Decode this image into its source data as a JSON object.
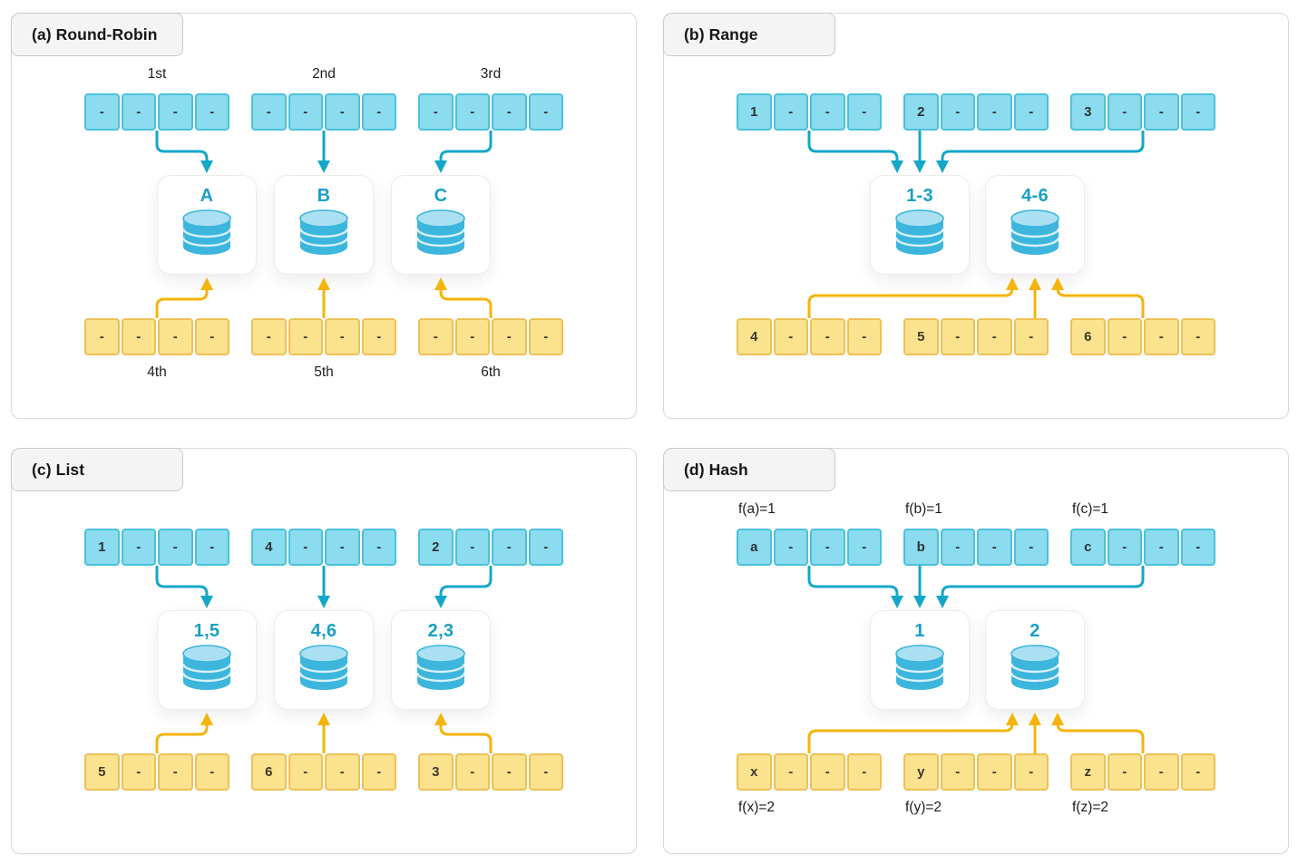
{
  "colors": {
    "blue_cell": "#8ADCEE",
    "blue_cell_border": "#4BC1DC",
    "teal_arrow": "#14A7C8",
    "partition_label": "#189FC6",
    "cylinder_body": "#3CB6DC",
    "cylinder_top": "#ABE0F2",
    "yellow_cell": "#FAE28E",
    "yellow_cell_border": "#EDC155",
    "amber_arrow": "#F5B40B",
    "panel_border": "#D9D9D9",
    "badge_bg": "#F4F4F4",
    "badge_border": "#C9C9C9",
    "text_dark": "#1F2328",
    "cell_text": "#2E3338"
  },
  "panels": [
    {
      "id": "a",
      "title": "(a) Round-Robin",
      "partitions": [
        "A",
        "B",
        "C"
      ],
      "top_strips": [
        {
          "label": "1st",
          "cells": [
            "-",
            "-",
            "-",
            "-"
          ],
          "target": 0
        },
        {
          "label": "2nd",
          "cells": [
            "-",
            "-",
            "-",
            "-"
          ],
          "target": 1
        },
        {
          "label": "3rd",
          "cells": [
            "-",
            "-",
            "-",
            "-"
          ],
          "target": 2
        }
      ],
      "bottom_strips": [
        {
          "label": "4th",
          "cells": [
            "-",
            "-",
            "-",
            "-"
          ],
          "target": 0
        },
        {
          "label": "5th",
          "cells": [
            "-",
            "-",
            "-",
            "-"
          ],
          "target": 1
        },
        {
          "label": "6th",
          "cells": [
            "-",
            "-",
            "-",
            "-"
          ],
          "target": 2
        }
      ]
    },
    {
      "id": "b",
      "title": "(b) Range",
      "partitions": [
        "1-3",
        "4-6"
      ],
      "top_strips": [
        {
          "label": null,
          "cells": [
            "1",
            "-",
            "-",
            "-"
          ],
          "target": 0
        },
        {
          "label": null,
          "cells": [
            "2",
            "-",
            "-",
            "-"
          ],
          "target": 0
        },
        {
          "label": null,
          "cells": [
            "3",
            "-",
            "-",
            "-"
          ],
          "target": 0
        }
      ],
      "bottom_strips": [
        {
          "label": null,
          "cells": [
            "4",
            "-",
            "-",
            "-"
          ],
          "target": 1
        },
        {
          "label": null,
          "cells": [
            "5",
            "-",
            "-",
            "-"
          ],
          "target": 1
        },
        {
          "label": null,
          "cells": [
            "6",
            "-",
            "-",
            "-"
          ],
          "target": 1
        }
      ]
    },
    {
      "id": "c",
      "title": "(c) List",
      "partitions": [
        "1,5",
        "4,6",
        "2,3"
      ],
      "top_strips": [
        {
          "label": null,
          "cells": [
            "1",
            "-",
            "-",
            "-"
          ],
          "target": 0
        },
        {
          "label": null,
          "cells": [
            "4",
            "-",
            "-",
            "-"
          ],
          "target": 1
        },
        {
          "label": null,
          "cells": [
            "2",
            "-",
            "-",
            "-"
          ],
          "target": 2
        }
      ],
      "bottom_strips": [
        {
          "label": null,
          "cells": [
            "5",
            "-",
            "-",
            "-"
          ],
          "target": 0
        },
        {
          "label": null,
          "cells": [
            "6",
            "-",
            "-",
            "-"
          ],
          "target": 1
        },
        {
          "label": null,
          "cells": [
            "3",
            "-",
            "-",
            "-"
          ],
          "target": 2
        }
      ]
    },
    {
      "id": "d",
      "title": "(d) Hash",
      "partitions": [
        "1",
        "2"
      ],
      "top_strips": [
        {
          "label": "f(a)=1",
          "cells": [
            "a",
            "-",
            "-",
            "-"
          ],
          "target": 0
        },
        {
          "label": "f(b)=1",
          "cells": [
            "b",
            "-",
            "-",
            "-"
          ],
          "target": 0
        },
        {
          "label": "f(c)=1",
          "cells": [
            "c",
            "-",
            "-",
            "-"
          ],
          "target": 0
        }
      ],
      "bottom_strips": [
        {
          "label": "f(x)=2",
          "cells": [
            "x",
            "-",
            "-",
            "-"
          ],
          "target": 1
        },
        {
          "label": "f(y)=2",
          "cells": [
            "y",
            "-",
            "-",
            "-"
          ],
          "target": 1
        },
        {
          "label": "f(z)=2",
          "cells": [
            "z",
            "-",
            "-",
            "-"
          ],
          "target": 1
        }
      ]
    }
  ]
}
